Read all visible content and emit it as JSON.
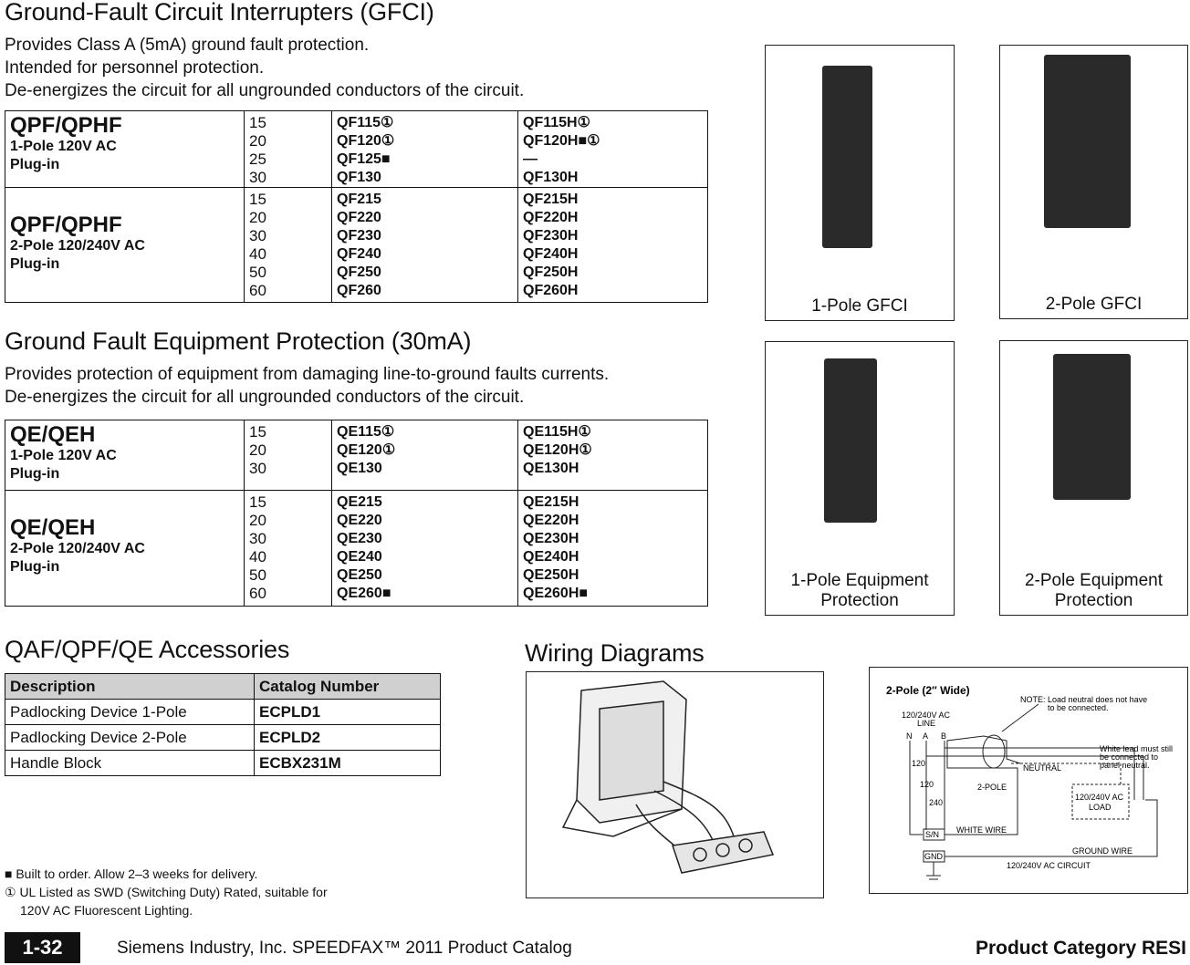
{
  "gfci": {
    "title": "Ground-Fault Circuit Interrupters (GFCI)",
    "lines": [
      "Provides Class A (5mA) ground fault protection.",
      "Intended for personnel protection.",
      "De-energizes the circuit for all ungrounded conductors of the circuit."
    ],
    "rows": [
      {
        "family": "QPF/QPHF",
        "desc": "1-Pole 120V AC",
        "mount": "Plug-in",
        "amps": [
          "15",
          "20",
          "25",
          "30"
        ],
        "std": [
          "QF115①",
          "QF120①",
          "QF125■",
          "QF130"
        ],
        "hic": [
          "QF115H①",
          "QF120H■①",
          "—",
          "QF130H"
        ]
      },
      {
        "family": "QPF/QPHF",
        "desc": "2-Pole 120/240V AC",
        "mount": "Plug-in",
        "amps": [
          "15",
          "20",
          "30",
          "40",
          "50",
          "60"
        ],
        "std": [
          "QF215",
          "QF220",
          "QF230",
          "QF240",
          "QF250",
          "QF260"
        ],
        "hic": [
          "QF215H",
          "QF220H",
          "QF230H",
          "QF240H",
          "QF250H",
          "QF260H"
        ]
      }
    ]
  },
  "gfep": {
    "title": "Ground Fault Equipment Protection (30mA)",
    "lines": [
      "Provides protection of equipment from damaging line-to-ground faults currents.",
      "De-energizes the circuit for all ungrounded conductors of the circuit."
    ],
    "rows": [
      {
        "family": "QE/QEH",
        "desc": "1-Pole 120V AC",
        "mount": "Plug-in",
        "amps": [
          "15",
          "20",
          "30"
        ],
        "std": [
          "QE115①",
          "QE120①",
          "QE130"
        ],
        "hic": [
          "QE115H①",
          "QE120H①",
          "QE130H"
        ]
      },
      {
        "family": "QE/QEH",
        "desc": "2-Pole 120/240V AC",
        "mount": "Plug-in",
        "amps": [
          "15",
          "20",
          "30",
          "40",
          "50",
          "60"
        ],
        "std": [
          "QE215",
          "QE220",
          "QE230",
          "QE240",
          "QE250",
          "QE260■"
        ],
        "hic": [
          "QE215H",
          "QE220H",
          "QE230H",
          "QE240H",
          "QE250H",
          "QE260H■"
        ]
      }
    ]
  },
  "accessories": {
    "title": "QAF/QPF/QE Accessories",
    "headers": [
      "Description",
      "Catalog Number"
    ],
    "rows": [
      [
        "Padlocking Device 1-Pole",
        "ECPLD1"
      ],
      [
        "Padlocking Device 2-Pole",
        "ECPLD2"
      ],
      [
        "Handle Block",
        "ECBX231M"
      ]
    ]
  },
  "wiring": {
    "title": "Wiring Diagrams",
    "diagram": {
      "heading": "2-Pole (2″ Wide)",
      "note1": "NOTE: Load neutral does not have",
      "note2": "to be connected.",
      "line1": "120/240V AC",
      "line2": "LINE",
      "n": "N",
      "a": "A",
      "b": "B",
      "v120a": "120",
      "v120b": "120",
      "v240": "240",
      "neutral": "NEUTRAL",
      "pole": "2-POLE",
      "white1": "White lead must still",
      "white2": "be connected to",
      "white3": "panel neutral.",
      "load1": "120/240V AC",
      "load2": "LOAD",
      "sn": "S/N",
      "whitewire": "WHITE WIRE",
      "gnd": "GND",
      "ground": "GROUND WIRE",
      "circuit": "120/240V AC CIRCUIT"
    }
  },
  "photos": [
    {
      "caption": "1-Pole GFCI"
    },
    {
      "caption": "2-Pole GFCI"
    },
    {
      "caption": "1-Pole Equipment Protection"
    },
    {
      "caption": "2-Pole Equipment Protection"
    }
  ],
  "footnotes": [
    "■ Built to order. Allow 2–3 weeks for delivery.",
    "① UL Listed as SWD (Switching Duty) Rated, suitable for",
    "120V AC Fluorescent Lighting."
  ],
  "footer": {
    "page": "1-32",
    "catalog": "Siemens Industry, Inc. SPEEDFAX™ 2011 Product Catalog",
    "category": "Product Category RESI"
  }
}
